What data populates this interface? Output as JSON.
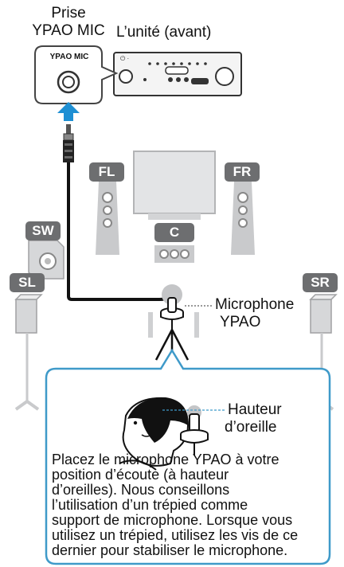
{
  "labels": {
    "jack_line1": "Prise",
    "jack_line2": "YPAO MIC",
    "unit": "L’unité (avant)",
    "panel_jack": "YPAO MIC",
    "mic_line1": "Microphone",
    "mic_line2": "YPAO",
    "ear_line1": "Hauteur",
    "ear_line2": "d’oreille"
  },
  "speakers": {
    "fl": "FL",
    "fr": "FR",
    "c": "C",
    "sw": "SW",
    "sl": "SL",
    "sr": "SR"
  },
  "instruction_lines": [
    "Placez le microphone YPAO à votre",
    "position d’écoute (à hauteur",
    "d’oreilles). Nous conseillons",
    "l’utilisation d’un trépied comme",
    "support de microphone. Lorsque vous",
    "utilisez un trépied, utilisez les vis de ce",
    "dernier pour stabiliser le microphone."
  ],
  "colors": {
    "accent_blue": "#1e8fd3",
    "callout_border": "#3f9ac9",
    "tag_gray": "#6d6e70",
    "speaker_gray": "#c9cacc"
  }
}
